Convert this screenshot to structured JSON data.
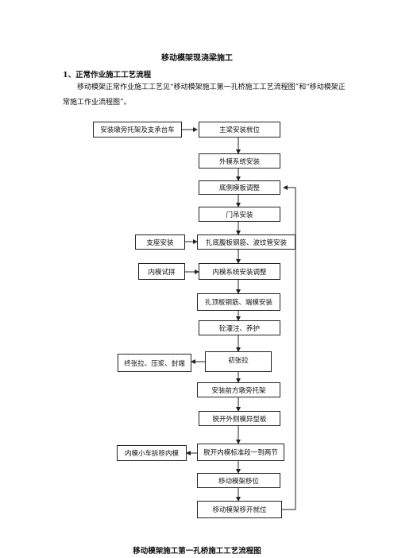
{
  "doc": {
    "title": "移动模架现浇梁施工",
    "section_heading": "1、正常作业施工工艺流程",
    "paragraph": "移动模架正常作业施工工艺见“移动模架施工第一孔桥施工工艺流程图”和“移动模架正常施工作业流程图”。",
    "caption": "移动模架施工第一孔桥施工工艺流程图"
  },
  "flow": {
    "main_steps": [
      "主梁安装就位",
      "外模系统安装",
      "底侧模板调整",
      "门吊安装",
      "扎底腹板钢筋、波纹管安装",
      "内模系统安装调整",
      "扎顶板钢筋、端模安装",
      "砼灌注、养护",
      "初张拉",
      "安装前方墩旁托架",
      "脱开外侧模异型板",
      "脱开内模标准段一到两节",
      "移动模架移位",
      "移动模架移开就位"
    ],
    "side_steps": {
      "support_bracket": "安装墩旁托架及支承台车",
      "bearing": "支座安装",
      "inner_form_trial": "内模试拼",
      "final_tension": "终张拉、压浆、封端",
      "inner_trolley": "内模小车拆移内模"
    }
  }
}
